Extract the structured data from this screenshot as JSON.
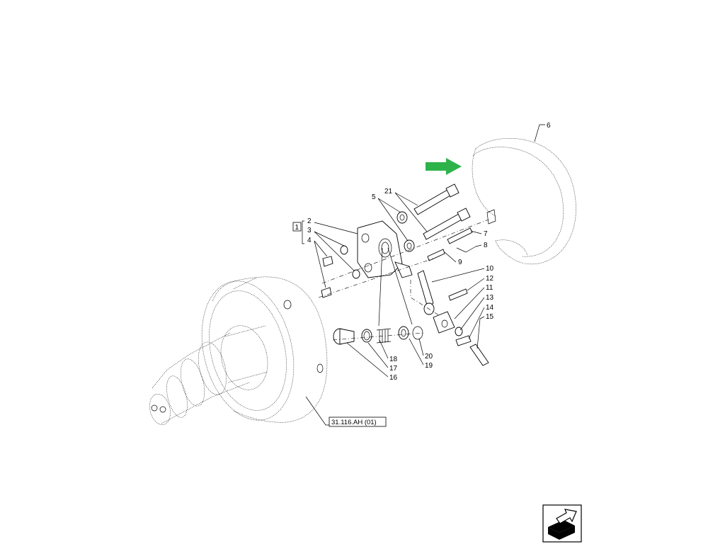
{
  "diagram": {
    "callouts": [
      "1",
      "2",
      "3",
      "4",
      "5",
      "6",
      "7",
      "8",
      "9",
      "10",
      "11",
      "12",
      "13",
      "14",
      "15",
      "16",
      "17",
      "18",
      "19",
      "20",
      "21"
    ],
    "reference_label": "31.116.AH (01)",
    "arrow_color": "#2db34a",
    "nav_icon": "next-page-arrow-icon"
  }
}
